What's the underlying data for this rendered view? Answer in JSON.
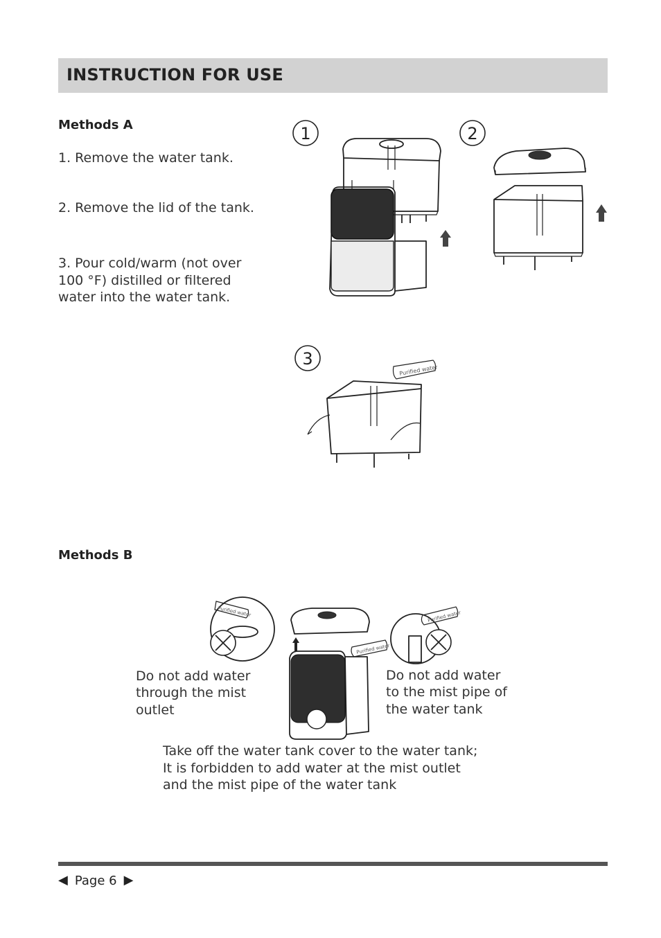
{
  "header": {
    "title": "INSTRUCTION FOR USE"
  },
  "method_a": {
    "title": "Methods A",
    "steps": [
      "1.   Remove the water tank.",
      "2.   Remove the lid of the tank.",
      "3.   Pour cold/warm (not over",
      "100 °F) distilled or filtered",
      "water into the water tank."
    ],
    "figure_numbers": [
      "1",
      "2",
      "3"
    ],
    "label": "Purified water"
  },
  "method_b": {
    "title": "Methods B",
    "left_caption": [
      "Do not add water",
      "through the mist",
      "outlet"
    ],
    "right_caption": [
      "Do not add water",
      "to the mist pipe of",
      "the water tank"
    ],
    "bottom_caption": [
      "Take off the water tank cover to the water tank;",
      "It is forbidden to add water at the mist outlet",
      "and the mist pipe of the water tank"
    ],
    "label": "Purified water"
  },
  "footer": {
    "page": "Page 6",
    "prev_icon": "triangle-left-icon",
    "next_icon": "triangle-right-icon"
  }
}
